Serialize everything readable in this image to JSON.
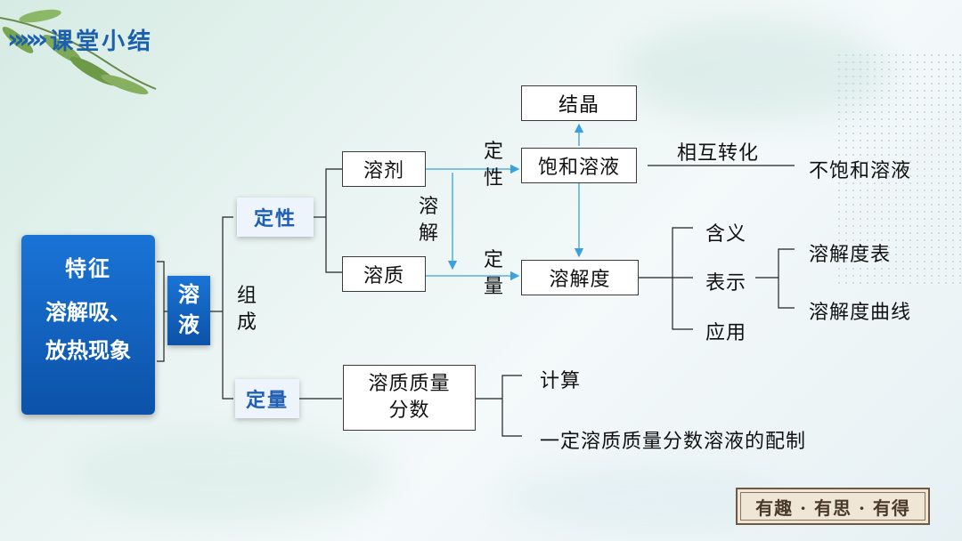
{
  "header": {
    "title": "课堂小结"
  },
  "left_panel": {
    "heading": "特征",
    "line1": "溶解吸、",
    "line2": "放热现象"
  },
  "center": {
    "solution_c1": "溶",
    "solution_c2": "液",
    "compose_c1": "组",
    "compose_c2": "成"
  },
  "branches": {
    "qualitative": "定性",
    "quantitative": "定量"
  },
  "composition": {
    "solvent": "溶剂",
    "solute": "溶质",
    "dissolve_c1": "溶",
    "dissolve_c2": "解"
  },
  "qualitative_arrow": {
    "c1": "定",
    "c2": "性"
  },
  "quantitative_arrow": {
    "c1": "定",
    "c2": "量"
  },
  "saturation": {
    "crystallization": "结晶",
    "saturated": "饱和溶液",
    "mutual": "相互转化",
    "unsaturated": "不饱和溶液"
  },
  "solubility": {
    "label": "溶解度",
    "meaning": "含义",
    "representation": "表示",
    "application": "应用",
    "table": "溶解度表",
    "curve": "溶解度曲线"
  },
  "mass_fraction": {
    "line1": "溶质质量",
    "line2": "分数",
    "calc": "计算",
    "prep": "一定溶质质量分数溶液的配制"
  },
  "stamp": {
    "text": "有趣 · 有思 · 有得"
  },
  "colors": {
    "panel_blue": "#1565c8",
    "title_blue": "#1a5fb0",
    "arrow_blue": "#3aa0e0"
  }
}
